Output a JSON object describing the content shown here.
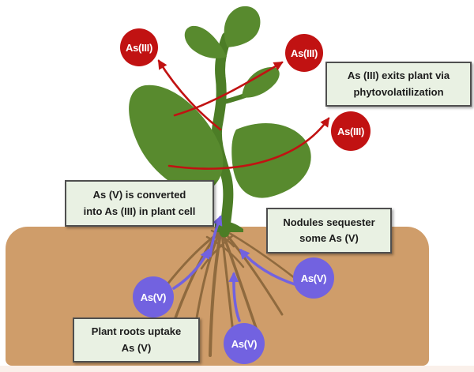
{
  "badges": {
    "as3_top_left": "As(III)",
    "as3_top_right": "As(III)",
    "as3_mid_right": "As(III)",
    "as5_left": "As(V)",
    "as5_right": "As(V)",
    "as5_bottom": "As(V)"
  },
  "callouts": {
    "phytovolatilization": {
      "line1": "As (III) exits plant via",
      "line2": "phytovolatilization"
    },
    "conversion": {
      "line1": "As (V) is converted",
      "line2": "into As (III) in plant cell"
    },
    "nodules": {
      "line1": "Nodules sequester",
      "line2": "some As (V)"
    },
    "uptake": {
      "line1": "Plant roots uptake",
      "line2": "As (V)"
    }
  },
  "colors": {
    "arsenite_badge": "#c11212",
    "arsenate_badge": "#7262e0",
    "arrow_red": "#c11212",
    "arrow_purple": "#7262e0",
    "leaf_green": "#588a2e",
    "stem_green": "#4c7d26",
    "soil_brown": "#cf9d6a",
    "root_brown": "#8f6a3e",
    "callout_bg": "#e9f1e3",
    "callout_border": "#4f4f4f"
  }
}
